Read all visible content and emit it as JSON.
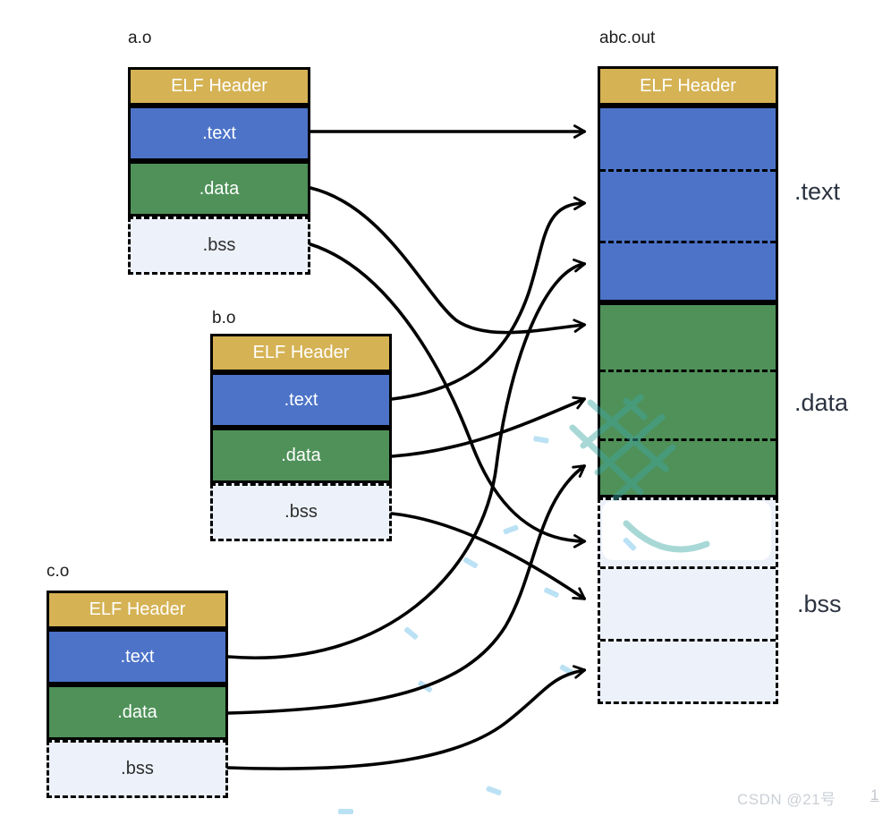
{
  "object_files": [
    {
      "label": "a.o",
      "sections": [
        "ELF Header",
        ".text",
        ".data",
        ".bss"
      ]
    },
    {
      "label": "b.o",
      "sections": [
        "ELF Header",
        ".text",
        ".data",
        ".bss"
      ]
    },
    {
      "label": "c.o",
      "sections": [
        "ELF Header",
        ".text",
        ".data",
        ".bss"
      ]
    }
  ],
  "output_file": {
    "label": "abc.out",
    "header": "ELF Header",
    "section_labels": [
      ".text",
      ".data",
      ".bss"
    ],
    "merged_slots_per_section": 3
  },
  "links": [
    {
      "source_file": "a.o",
      "source_section": ".text",
      "target_section": ".text",
      "target_slot": 1
    },
    {
      "source_file": "b.o",
      "source_section": ".text",
      "target_section": ".text",
      "target_slot": 2
    },
    {
      "source_file": "c.o",
      "source_section": ".text",
      "target_section": ".text",
      "target_slot": 3
    },
    {
      "source_file": "a.o",
      "source_section": ".data",
      "target_section": ".data",
      "target_slot": 1
    },
    {
      "source_file": "b.o",
      "source_section": ".data",
      "target_section": ".data",
      "target_slot": 2
    },
    {
      "source_file": "c.o",
      "source_section": ".data",
      "target_section": ".data",
      "target_slot": 3
    },
    {
      "source_file": "a.o",
      "source_section": ".bss",
      "target_section": ".bss",
      "target_slot": 1
    },
    {
      "source_file": "b.o",
      "source_section": ".bss",
      "target_section": ".bss",
      "target_slot": 2
    },
    {
      "source_file": "c.o",
      "source_section": ".bss",
      "target_section": ".bss",
      "target_slot": 3
    }
  ],
  "watermark": {
    "text": "CSDN @21号",
    "page_number": "1"
  },
  "colors": {
    "elf_header": "#d5b254",
    "text_section": "#4c73c8",
    "data_section": "#4f9159",
    "bss_section": "#edf2fa",
    "line": "#000000",
    "watermark_teal": "#3fa9a6",
    "watermark_blue": "#aedcf2",
    "watermark_text": "#cbd0d6"
  }
}
